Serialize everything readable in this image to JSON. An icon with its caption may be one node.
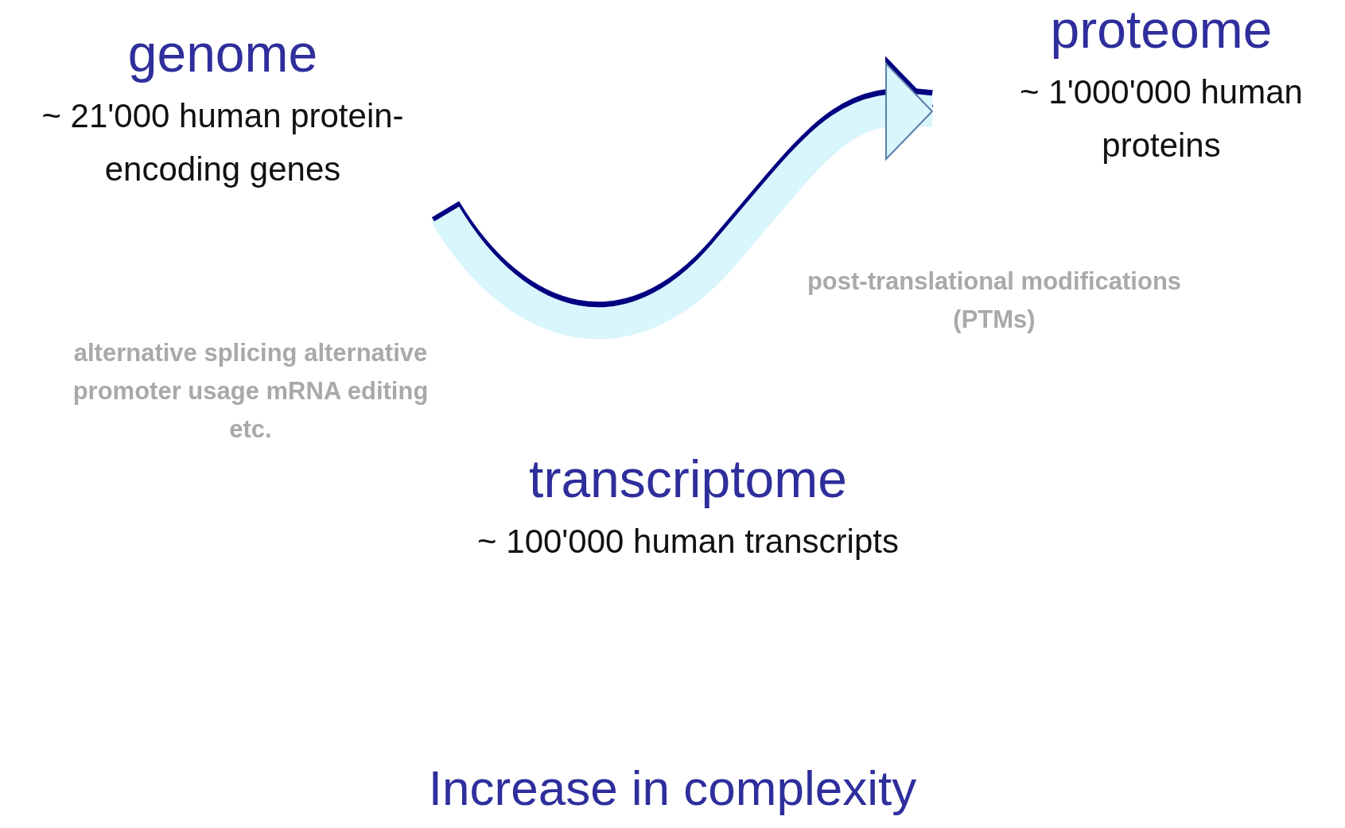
{
  "diagram": {
    "caption": "Increase in complexity",
    "nodes": [
      {
        "text": [
          "genome",
          "~ 21'000 human protein-encoding genes"
        ]
      },
      {
        "text": [
          "proteome",
          "~ 1'000'000 human proteins"
        ]
      },
      {
        "text": [
          "transcriptome",
          "~ 100'000 human transcripts"
        ]
      }
    ],
    "edges": [
      {
        "from": 0,
        "to": 1,
        "arrow": "to"
      }
    ],
    "labels": [
      "post-translational modifications (PTMs)",
      "alternative splicing alternative promoter usage mRNA editing etc."
    ]
  }
}
